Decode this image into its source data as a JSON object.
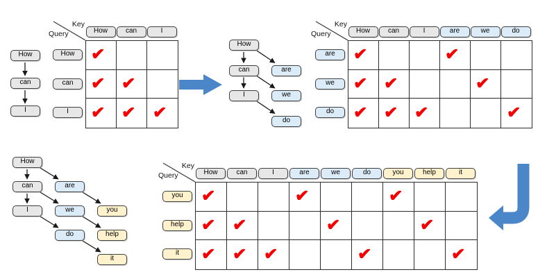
{
  "colors": {
    "gray_fill": "#e8e7e7",
    "blue_fill": "#dcebf8",
    "yellow_fill": "#fff2cc",
    "box_border": "#3f3f3f",
    "grid_border": "#2b2b2b",
    "check": "#f40000",
    "big_arrow": "#4a86c8",
    "edge_arrow": "#1a1a1a"
  },
  "labels": {
    "key": "Key",
    "query": "Query",
    "check": "✔"
  },
  "step1": {
    "chain": {
      "nodes": [
        {
          "id": "How",
          "label": "How",
          "color": "gray",
          "row": 0,
          "col": 0
        },
        {
          "id": "can",
          "label": "can",
          "color": "gray",
          "row": 1,
          "col": 0
        },
        {
          "id": "I",
          "label": "I",
          "color": "gray",
          "row": 2,
          "col": 0
        }
      ],
      "edges": [
        {
          "from": "How",
          "to": "can",
          "kind": "v"
        },
        {
          "from": "can",
          "to": "I",
          "kind": "v"
        }
      ]
    },
    "matrix": {
      "keys": [
        {
          "label": "How",
          "color": "gray"
        },
        {
          "label": "can",
          "color": "gray"
        },
        {
          "label": "I",
          "color": "gray"
        }
      ],
      "queries": [
        {
          "label": "How",
          "color": "gray"
        },
        {
          "label": "can",
          "color": "gray"
        },
        {
          "label": "I",
          "color": "gray"
        }
      ],
      "checks": [
        [
          0
        ],
        [
          0,
          1
        ],
        [
          0,
          1,
          2
        ]
      ]
    }
  },
  "step2": {
    "tree": {
      "nodes": [
        {
          "id": "How",
          "label": "How",
          "color": "gray",
          "row": 0,
          "col": 0
        },
        {
          "id": "can",
          "label": "can",
          "color": "gray",
          "row": 1,
          "col": 0
        },
        {
          "id": "are",
          "label": "are",
          "color": "blue",
          "row": 1,
          "col": 1
        },
        {
          "id": "I",
          "label": "I",
          "color": "gray",
          "row": 2,
          "col": 0
        },
        {
          "id": "we",
          "label": "we",
          "color": "blue",
          "row": 2,
          "col": 1
        },
        {
          "id": "do",
          "label": "do",
          "color": "blue",
          "row": 3,
          "col": 1
        }
      ],
      "edges": [
        {
          "from": "How",
          "to": "can",
          "kind": "v"
        },
        {
          "from": "How",
          "to": "are",
          "kind": "d"
        },
        {
          "from": "can",
          "to": "I",
          "kind": "v"
        },
        {
          "from": "can",
          "to": "we",
          "kind": "d"
        },
        {
          "from": "I",
          "to": "do",
          "kind": "d"
        }
      ]
    },
    "matrix": {
      "keys": [
        {
          "label": "How",
          "color": "gray"
        },
        {
          "label": "can",
          "color": "gray"
        },
        {
          "label": "I",
          "color": "gray"
        },
        {
          "label": "are",
          "color": "blue"
        },
        {
          "label": "we",
          "color": "blue"
        },
        {
          "label": "do",
          "color": "blue"
        }
      ],
      "queries": [
        {
          "label": "are",
          "color": "blue"
        },
        {
          "label": "we",
          "color": "blue"
        },
        {
          "label": "do",
          "color": "blue"
        }
      ],
      "checks": [
        [
          0,
          3
        ],
        [
          0,
          1,
          4
        ],
        [
          0,
          1,
          2,
          5
        ]
      ]
    }
  },
  "step3": {
    "tree": {
      "nodes": [
        {
          "id": "How",
          "label": "How",
          "color": "gray",
          "row": 0,
          "col": 0
        },
        {
          "id": "can",
          "label": "can",
          "color": "gray",
          "row": 1,
          "col": 0
        },
        {
          "id": "are",
          "label": "are",
          "color": "blue",
          "row": 1,
          "col": 1
        },
        {
          "id": "I",
          "label": "I",
          "color": "gray",
          "row": 2,
          "col": 0
        },
        {
          "id": "we",
          "label": "we",
          "color": "blue",
          "row": 2,
          "col": 1
        },
        {
          "id": "you",
          "label": "you",
          "color": "yellow",
          "row": 2,
          "col": 2
        },
        {
          "id": "do",
          "label": "do",
          "color": "blue",
          "row": 3,
          "col": 1
        },
        {
          "id": "help",
          "label": "help",
          "color": "yellow",
          "row": 3,
          "col": 2
        },
        {
          "id": "it",
          "label": "it",
          "color": "yellow",
          "row": 4,
          "col": 2
        }
      ],
      "edges": [
        {
          "from": "How",
          "to": "can",
          "kind": "v"
        },
        {
          "from": "How",
          "to": "are",
          "kind": "d"
        },
        {
          "from": "can",
          "to": "I",
          "kind": "v"
        },
        {
          "from": "can",
          "to": "we",
          "kind": "d"
        },
        {
          "from": "are",
          "to": "you",
          "kind": "d"
        },
        {
          "from": "I",
          "to": "do",
          "kind": "d"
        },
        {
          "from": "we",
          "to": "help",
          "kind": "d"
        },
        {
          "from": "do",
          "to": "it",
          "kind": "d"
        }
      ]
    },
    "matrix": {
      "keys": [
        {
          "label": "How",
          "color": "gray"
        },
        {
          "label": "can",
          "color": "gray"
        },
        {
          "label": "I",
          "color": "gray"
        },
        {
          "label": "are",
          "color": "blue"
        },
        {
          "label": "we",
          "color": "blue"
        },
        {
          "label": "do",
          "color": "blue"
        },
        {
          "label": "you",
          "color": "yellow"
        },
        {
          "label": "help",
          "color": "yellow"
        },
        {
          "label": "it",
          "color": "yellow"
        }
      ],
      "queries": [
        {
          "label": "you",
          "color": "yellow"
        },
        {
          "label": "help",
          "color": "yellow"
        },
        {
          "label": "it",
          "color": "yellow"
        }
      ],
      "checks": [
        [
          0,
          3,
          6
        ],
        [
          0,
          1,
          4,
          7
        ],
        [
          0,
          1,
          2,
          5,
          8
        ]
      ]
    }
  }
}
